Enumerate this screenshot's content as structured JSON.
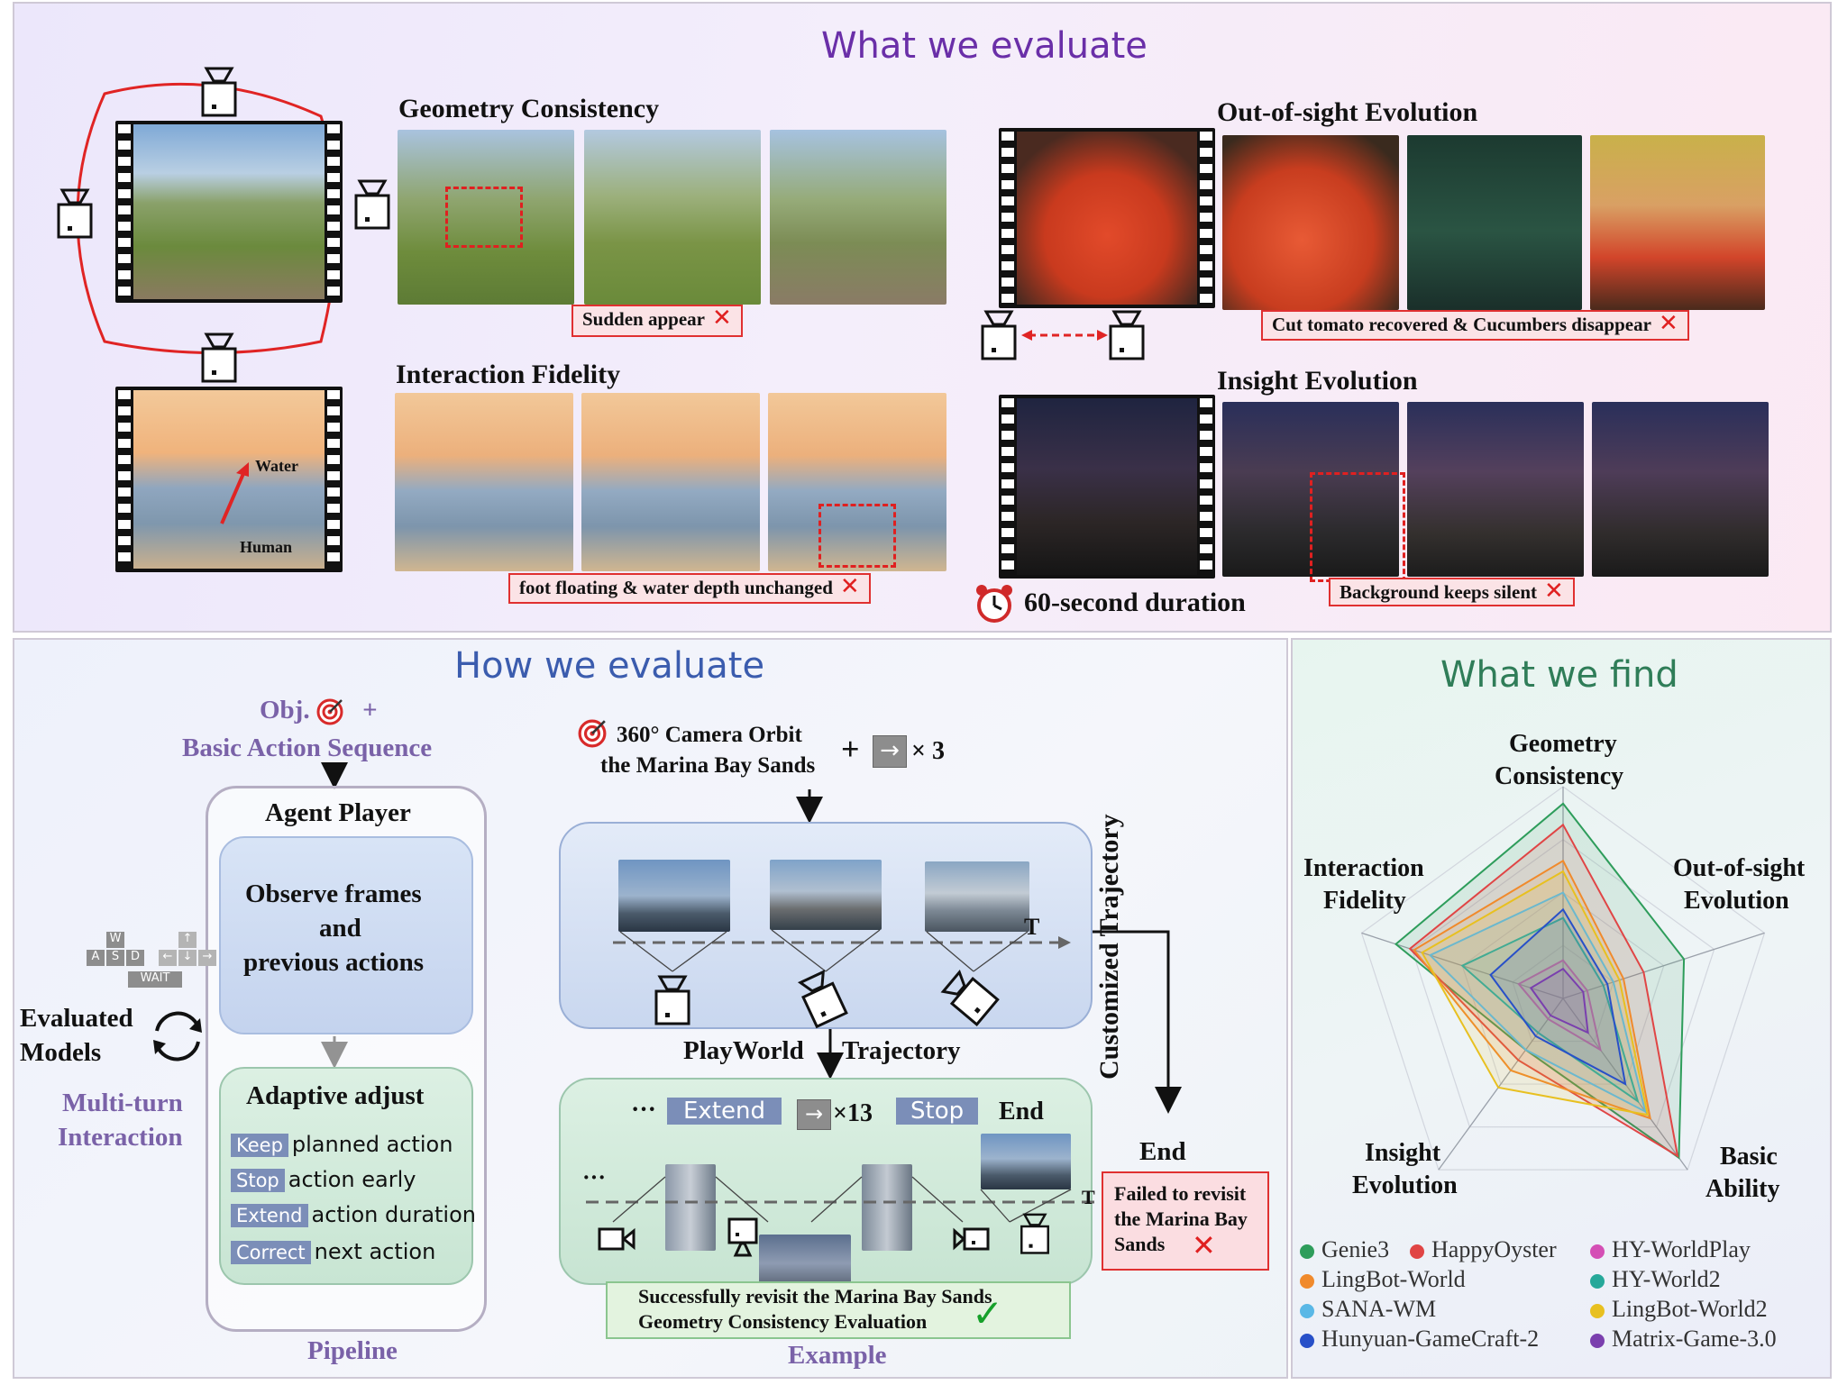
{
  "top": {
    "title": "What we evaluate",
    "geometry": {
      "label": "Geometry Consistency",
      "caption": "Sudden appear"
    },
    "interaction": {
      "label": "Interaction Fidelity",
      "caption": "foot floating & water depth unchanged"
    },
    "oos": {
      "label": "Out-of-sight Evolution",
      "caption": "Cut tomato recovered & Cucumbers disappear"
    },
    "insight": {
      "label": "Insight Evolution",
      "caption": "Background keeps silent"
    },
    "beach_labels": {
      "water": "Water",
      "human": "Human"
    },
    "duration": "60-second duration"
  },
  "how": {
    "title": "How we evaluate",
    "obj": "Obj.",
    "basic_action": "Basic Action Sequence",
    "agent_player": "Agent Player",
    "observe": [
      "Observe frames",
      "and",
      "previous actions"
    ],
    "adaptive": "Adaptive adjust",
    "adjust_items": [
      {
        "key": "Keep",
        "text": "planned action"
      },
      {
        "key": "Stop",
        "text": "action early"
      },
      {
        "key": "Extend",
        "text": "action duration"
      },
      {
        "key": "Correct",
        "text": "next action"
      }
    ],
    "keys": {
      "w": "W",
      "a": "A",
      "s": "S",
      "d": "D",
      "wait": "WAIT",
      "up": "↑",
      "left": "←",
      "down": "↓",
      "right": "→"
    },
    "evaluated": [
      "Evaluated",
      "Models"
    ],
    "multiturn": [
      "Multi-turn",
      "Interaction"
    ],
    "pipeline": "Pipeline",
    "example": {
      "goal_line1": "360° Camera Orbit",
      "goal_line2": "the Marina Bay Sands",
      "times3": "× 3",
      "t_label": "T",
      "playworld": "PlayWorld",
      "trajectory": "Trajectory",
      "dots": "···",
      "extend": "Extend",
      "times13": "×13",
      "stop": "Stop",
      "end_inner": "End",
      "customized": "Customized Trajectory",
      "end_outer": "End",
      "fail": [
        "Failed to revisit",
        "the Marina Bay",
        "Sands"
      ],
      "success": [
        "Successfully revisit the Marina Bay Sands",
        "Geometry Consistency Evaluation"
      ],
      "label": "Example"
    }
  },
  "find": {
    "title": "What we find",
    "axes": [
      {
        "lines": [
          "Geometry",
          "Consistency"
        ]
      },
      {
        "lines": [
          "Out-of-sight",
          "Evolution"
        ]
      },
      {
        "lines": [
          "Basic",
          "Ability"
        ]
      },
      {
        "lines": [
          "Insight",
          "Evolution"
        ]
      },
      {
        "lines": [
          "Interaction",
          "Fidelity"
        ]
      }
    ]
  },
  "chart_data": {
    "type": "radar",
    "axes": [
      "Geometry Consistency",
      "Out-of-sight Evolution",
      "Basic Ability",
      "Insight Evolution",
      "Interaction Fidelity"
    ],
    "rmax": 1.0,
    "series": [
      {
        "name": "Genie3",
        "color": "#2e9d5b",
        "values": [
          0.92,
          0.6,
          0.93,
          0.3,
          0.83
        ]
      },
      {
        "name": "HappyOyster",
        "color": "#e04545",
        "values": [
          0.82,
          0.4,
          0.92,
          0.36,
          0.76
        ]
      },
      {
        "name": "HY-WorldPlay",
        "color": "#d44fb5",
        "values": [
          0.18,
          0.12,
          0.3,
          0.12,
          0.22
        ]
      },
      {
        "name": "LingBot-World",
        "color": "#f08a2c",
        "values": [
          0.65,
          0.3,
          0.7,
          0.42,
          0.74
        ]
      },
      {
        "name": "HY-World2",
        "color": "#26a89a",
        "values": [
          0.38,
          0.2,
          0.6,
          0.2,
          0.5
        ]
      },
      {
        "name": "SANA-WM",
        "color": "#5ab8e6",
        "values": [
          0.5,
          0.25,
          0.66,
          0.3,
          0.66
        ]
      },
      {
        "name": "LingBot-World2",
        "color": "#e8c020",
        "values": [
          0.6,
          0.28,
          0.68,
          0.52,
          0.7
        ]
      },
      {
        "name": "Hunyuan-GameCraft-2",
        "color": "#2850c8",
        "values": [
          0.42,
          0.22,
          0.5,
          0.22,
          0.36
        ]
      },
      {
        "name": "Matrix-Game-3.0",
        "color": "#7a3fae",
        "values": [
          0.14,
          0.1,
          0.2,
          0.1,
          0.16
        ]
      }
    ]
  }
}
